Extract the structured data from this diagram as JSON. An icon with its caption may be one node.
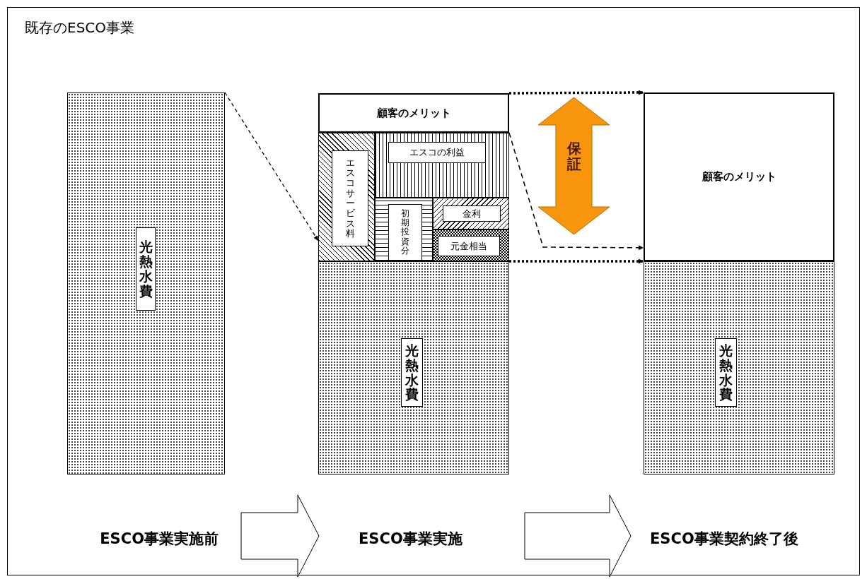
{
  "diagram": {
    "title": "既存のESCO事業",
    "nodes": [
      {
        "text": [
          "光熱水費"
        ]
      },
      {
        "text": [
          "顧客のメリット"
        ]
      },
      {
        "text": [
          "エスコサービス料"
        ]
      },
      {
        "text": [
          "エスコの利益"
        ]
      },
      {
        "text": [
          "初期投資分"
        ]
      },
      {
        "text": [
          "金利"
        ]
      },
      {
        "text": [
          "元金相当"
        ]
      },
      {
        "text": [
          "光熱水費"
        ]
      },
      {
        "text": [
          "保証"
        ]
      },
      {
        "text": [
          "顧客のメリット"
        ]
      },
      {
        "text": [
          "光熱水費"
        ]
      },
      {
        "text": [
          "ESCO事業実施前"
        ]
      },
      {
        "text": [
          "ESCO事業実施"
        ]
      },
      {
        "text": [
          "ESCO事業契約終了後"
        ]
      }
    ],
    "edges": [
      {
        "from": 0,
        "to": 2,
        "arrow": "to",
        "style": "dashed"
      },
      {
        "from": 1,
        "to": 9,
        "arrow": "to",
        "style": "dashed"
      },
      {
        "from": 1,
        "to": 9,
        "arrow": "to",
        "style": "dashed"
      },
      {
        "from": 7,
        "to": 10,
        "arrow": "to",
        "style": "dashed"
      },
      {
        "from": 11,
        "to": 12,
        "arrow": "to",
        "style": "thick"
      },
      {
        "from": 12,
        "to": 13,
        "arrow": "to",
        "style": "thick"
      }
    ]
  }
}
